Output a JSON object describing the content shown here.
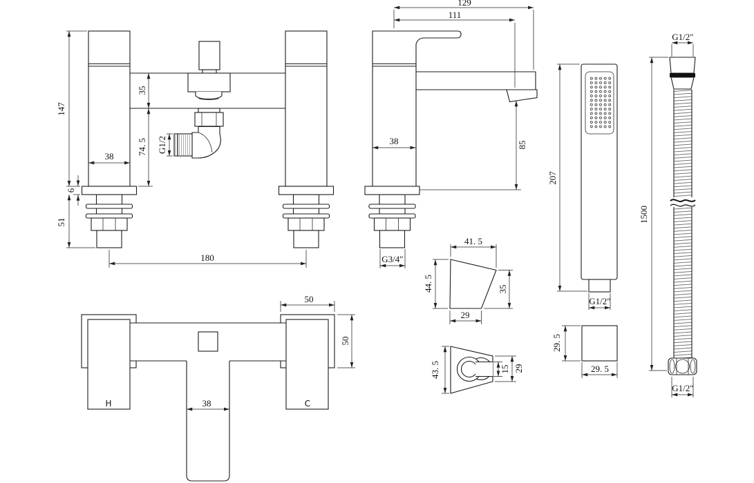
{
  "front": {
    "height": "147",
    "body_depth": "35",
    "body_to_deck": "74. 5",
    "pillar_width": "38",
    "plate_thickness": "6",
    "under_deck": "51",
    "centres": "180",
    "outlet_thread": "G1/2"
  },
  "side": {
    "spout_overall": "129",
    "spout_reach": "111",
    "pillar_width": "38",
    "spout_height": "85",
    "tail_thread": "G3/4″"
  },
  "handset": {
    "length": "207",
    "thread": "G1/2″",
    "width": "29. 5",
    "depth": "29. 5"
  },
  "hose": {
    "top_thread": "G1/2″",
    "length": "1500",
    "bottom_thread": "G1/2″"
  },
  "bracket_side": {
    "top_width": "41. 5",
    "height": "44. 5",
    "right_height": "35",
    "bottom_width": "29"
  },
  "bracket_front": {
    "height": "43. 5",
    "slot_height": "15",
    "right_height": "29"
  },
  "plan": {
    "handle_width": "50",
    "handle_depth": "50",
    "spout_width": "38",
    "hot_label": "H",
    "cold_label": "C"
  }
}
